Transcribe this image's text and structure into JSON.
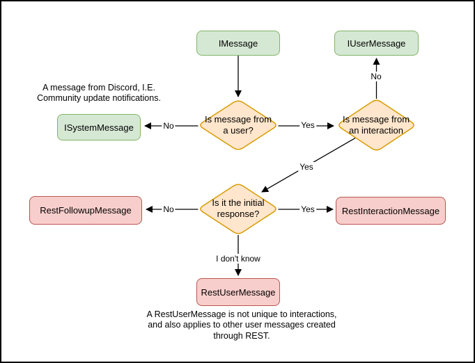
{
  "diagram": {
    "nodes": {
      "imessage": {
        "label": "IMessage"
      },
      "iusermessage": {
        "label": "IUserMessage"
      },
      "isystemmessage": {
        "label": "ISystemMessage"
      },
      "q_user": {
        "label": "Is message from a user?"
      },
      "q_interaction": {
        "label": "Is message from an interaction"
      },
      "q_initial": {
        "label": "Is it the initial response?"
      },
      "restfollowup": {
        "label": "RestFollowupMessage"
      },
      "restinteraction": {
        "label": "RestInteractionMessage"
      },
      "restuser": {
        "label": "RestUserMessage"
      }
    },
    "edge_labels": {
      "user_no": "No",
      "user_yes": "Yes",
      "interaction_no": "No",
      "interaction_yes": "Yes",
      "initial_no": "No",
      "initial_yes": "Yes",
      "initial_unknown": "I don't know"
    },
    "annotations": {
      "system_note": "A message from Discord, I.E.\nCommunity update notifications.",
      "restuser_note": "A RestUserMessage is not unique to interactions,\nand also applies to other user messages created\nthrough REST."
    },
    "colors": {
      "interface_fill": "#d5e8d4",
      "interface_border": "#82b366",
      "decision_fill": "#ffe6cc",
      "decision_border": "#d79b00",
      "rest_fill": "#f8cecc",
      "rest_border": "#b85450",
      "line": "#000000"
    }
  }
}
